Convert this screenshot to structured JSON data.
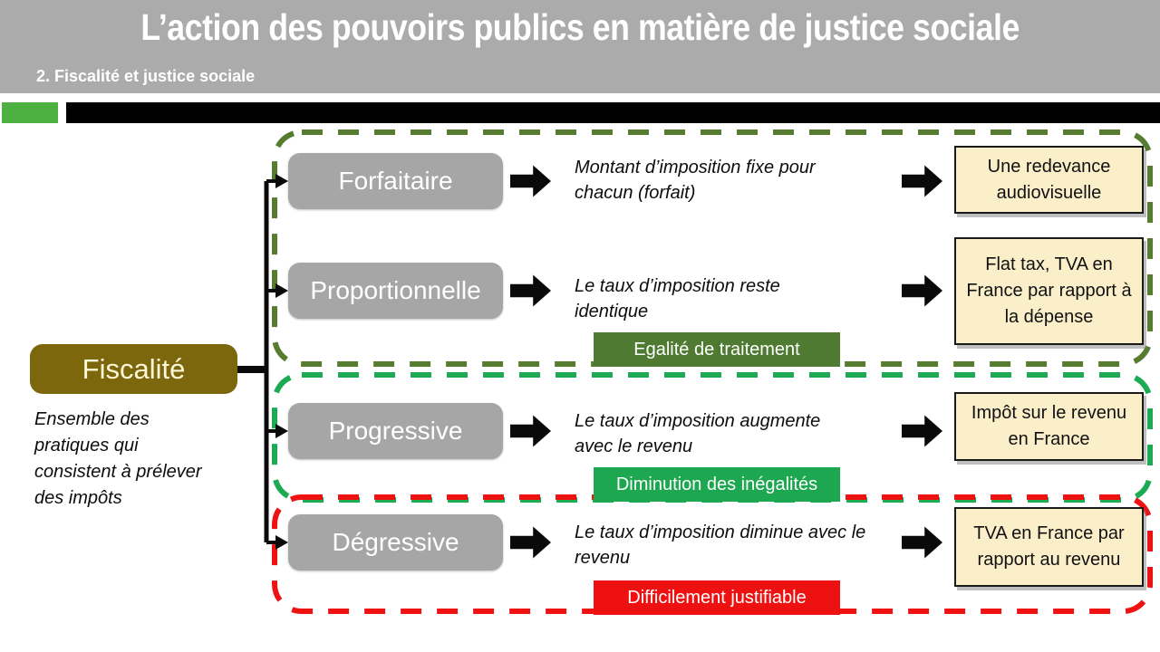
{
  "header": {
    "title": "L’action des pouvoirs publics en matière de justice sociale",
    "subtitle": "2. Fiscalité et justice sociale"
  },
  "root": {
    "label": "Fiscalité",
    "definition": "Ensemble des pratiques qui consistent à prélever des impôts"
  },
  "rows": [
    {
      "label": "Forfaitaire",
      "description": "Montant d’imposition fixe pour chacun (forfait)",
      "example": "Une redevance audiovisuelle"
    },
    {
      "label": "Proportionnelle",
      "description": "Le taux d’imposition reste identique",
      "example": "Flat tax, TVA en France par rapport à la dépense"
    },
    {
      "label": "Progressive",
      "description": "Le taux d’imposition augmente avec le revenu",
      "example": "Impôt sur le revenu en France"
    },
    {
      "label": "Dégressive",
      "description": "Le taux d’imposition diminue avec le revenu",
      "example": "TVA en France par rapport au revenu"
    }
  ],
  "badges": [
    {
      "label": "Egalité de traitement",
      "color": "#4e7b31"
    },
    {
      "label": "Diminution des inégalités",
      "color": "#1ca750"
    },
    {
      "label": "Difficilement justifiable",
      "color": "#ee1111"
    }
  ],
  "groups": [
    {
      "name": "forfaitaire-proportionnelle",
      "color": "#567c30"
    },
    {
      "name": "progressive",
      "color": "#1cab52"
    },
    {
      "name": "degressive",
      "color": "#ee1212"
    }
  ],
  "colors": {
    "header_bg": "#ababab",
    "accent_green": "#4cb140",
    "bar_black": "#000000",
    "root_box": "#7d670d",
    "root_text": "#fdf6d8",
    "type_box": "#a6a6a6",
    "example_bg": "#fbefca",
    "connector": "#0a0a0a"
  }
}
